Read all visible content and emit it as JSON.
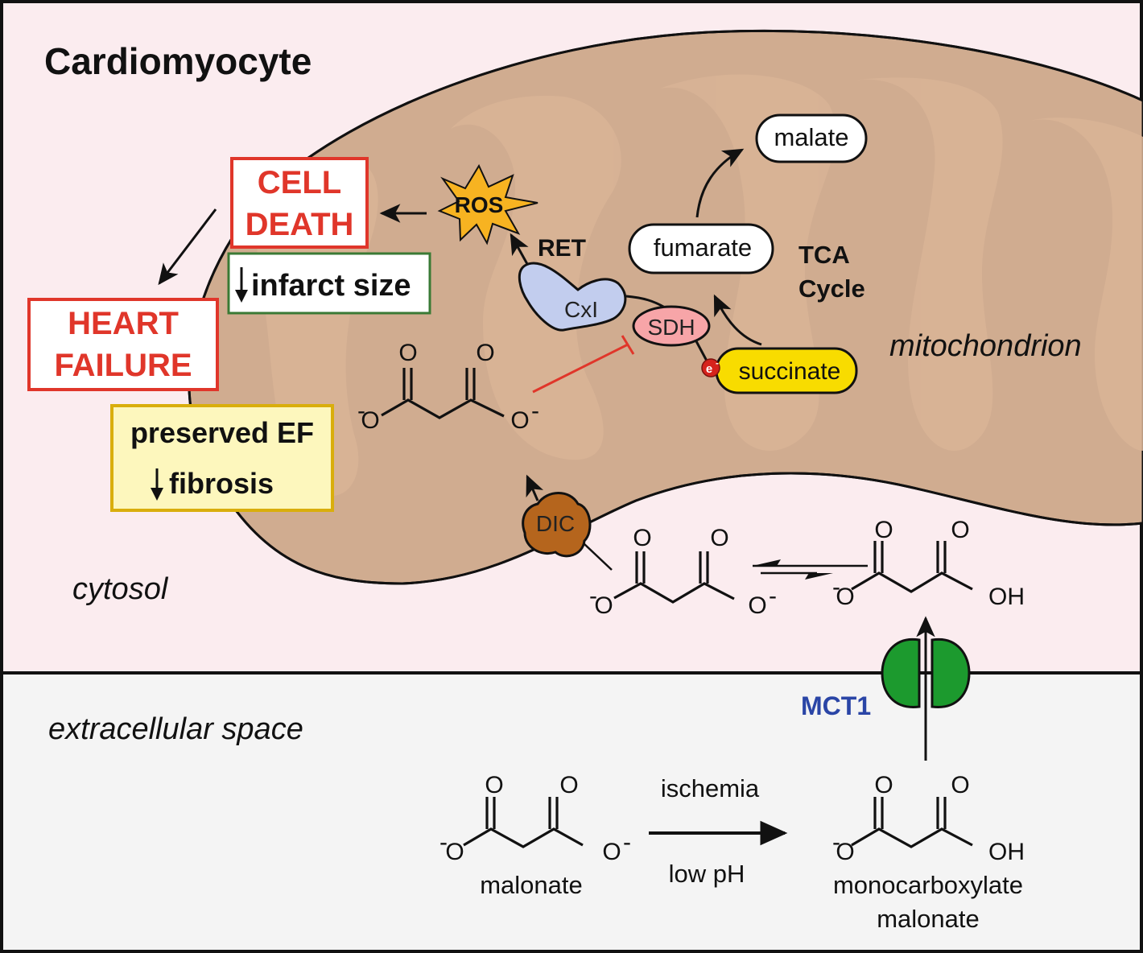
{
  "title": "Cardiomyocyte",
  "compartments": {
    "mitochondrion": "mitochondrion",
    "cytosol": "cytosol",
    "extracellular": "extracellular space"
  },
  "outcomes": {
    "cell_death": [
      "CELL",
      "DEATH"
    ],
    "heart_failure": [
      "HEART",
      "FAILURE"
    ],
    "infarct": {
      "arrow": "↓",
      "text": "infarct size"
    },
    "ef_box": {
      "line1": "preserved EF",
      "arrow": "↓",
      "line2": "fibrosis"
    }
  },
  "mito": {
    "ros": "ROS",
    "ret": "RET",
    "cxi": "CxI",
    "sdh": "SDH",
    "electron": "e",
    "electron_charge": "-",
    "succinate": "succinate",
    "fumarate": "fumarate",
    "malate": "malate",
    "tca": [
      "TCA",
      "Cycle"
    ]
  },
  "transporters": {
    "dic": "DIC",
    "mct1": "MCT1"
  },
  "chem": {
    "O": "O",
    "Ominus": "O",
    "minus": "-",
    "OH": "OH"
  },
  "reaction": {
    "above": "ischemia",
    "below": "low pH",
    "reactant": "malonate",
    "product": [
      "monocarboxylate",
      "malonate"
    ]
  },
  "colors": {
    "cytosol_bg": "#fbecef",
    "extracellular_bg": "#f4f4f4",
    "mito_fill": "#d0ac90",
    "mito_cristae": "#d9b497",
    "red": "#e0362a",
    "green_border": "#3a7a35",
    "yellow_border": "#d9ae0c",
    "yellow_fill": "#fdf7bd",
    "ros": "#f7b321",
    "cxi": "#c2cdee",
    "sdh": "#f7a5a8",
    "succinate": "#f8dc00",
    "dic": "#b5651d",
    "mct1": "#1c9a2e",
    "mct1_label": "#2a45a6"
  }
}
